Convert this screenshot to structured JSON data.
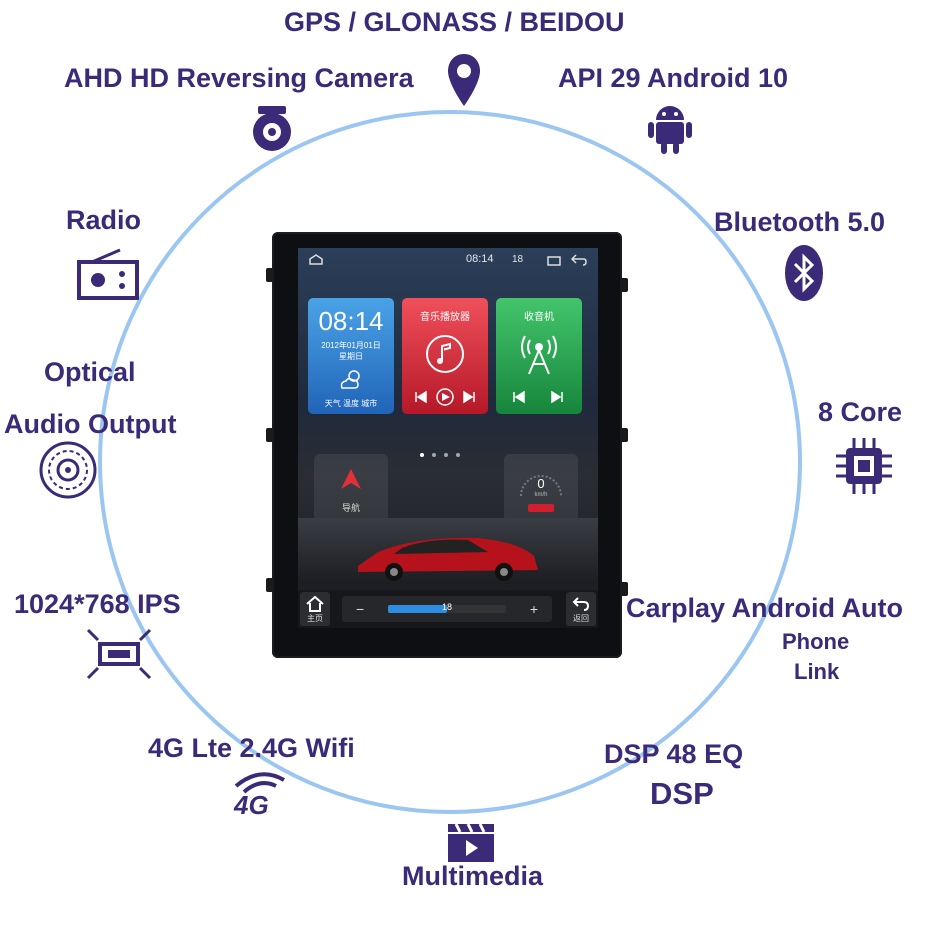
{
  "features": {
    "gps": "GPS / GLONASS / BEIDOU",
    "camera": "AHD HD Reversing Camera",
    "android": "API 29 Android 10",
    "bluetooth": "Bluetooth 5.0",
    "radio": "Radio",
    "optical_1": "Optical",
    "optical_2": "Audio Output",
    "core": "8 Core",
    "resolution": "1024*768  IPS",
    "carplay_1": "Carplay Android Auto",
    "carplay_2": "Phone",
    "carplay_3": "Link",
    "network": "4G Lte   2.4G Wifi",
    "dsp": "DSP 48 EQ",
    "dsp_logo": "DSP",
    "logo_4g": "4G",
    "multimedia": "Multimedia"
  },
  "screen": {
    "status_time": "08:14",
    "status_volume": "18",
    "clock_time": "08:14",
    "clock_date": "2012年01月01日",
    "clock_weekday": "星期日",
    "weather_labels": "天气  温度  城市",
    "music_title": "音乐播放器",
    "radio_title": "收音机",
    "nav_label": "导航",
    "speed_value": "0",
    "speed_unit": "km/h",
    "home_label": "主页",
    "back_label": "返回",
    "volume_value": "18",
    "volume_level": 0.5,
    "volume_minus": "−",
    "volume_plus": "+"
  },
  "colors": {
    "text": "#3a2a78",
    "ring": "#9cc6f2"
  },
  "icons": [
    "location-pin-icon",
    "camera-icon",
    "android-icon",
    "bluetooth-icon",
    "radio-icon",
    "disc-icon",
    "cpu-icon",
    "resize-icon",
    "4g-icon",
    "dsp-icon",
    "video-icon"
  ]
}
